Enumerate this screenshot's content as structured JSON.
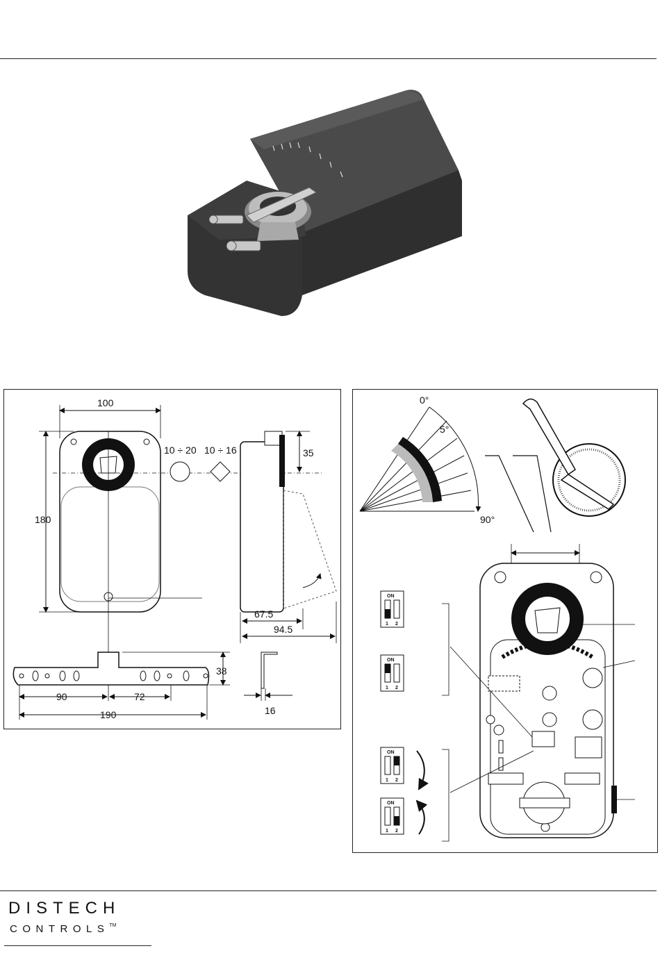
{
  "dimensions_drawing": {
    "width_top": "100",
    "height_left": "180",
    "shaft_round": "10 ÷ 20",
    "shaft_square": "10 ÷ 16",
    "clamp_height": "35",
    "depth_body": "67.5",
    "depth_total": "94.5",
    "bracket_left": "90",
    "bracket_right": "72",
    "bracket_total": "190",
    "bracket_height": "38",
    "angle_bracket": "16"
  },
  "adjustment_drawing": {
    "angle_start": "0°",
    "angle_step": "5°",
    "angle_end": "90°",
    "dip_on_label": "ON",
    "dip_pos_1": "1",
    "dip_pos_2": "2"
  },
  "logo": {
    "line1": "DISTECH",
    "line2": "CONTROLS",
    "trademark": "TM"
  }
}
